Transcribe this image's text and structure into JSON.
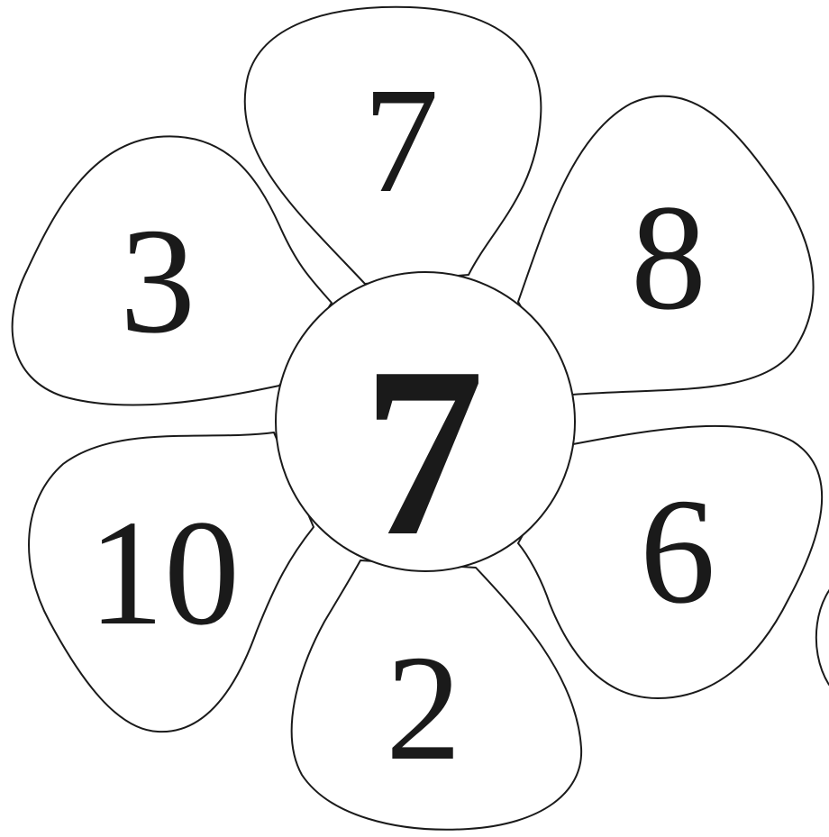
{
  "flower": {
    "center_number": "7",
    "petals": [
      {
        "id": "top",
        "number": "7"
      },
      {
        "id": "upper-right",
        "number": "8"
      },
      {
        "id": "lower-right",
        "number": "6"
      },
      {
        "id": "bottom",
        "number": "2"
      },
      {
        "id": "lower-left",
        "number": "10"
      },
      {
        "id": "upper-left",
        "number": "3"
      }
    ]
  }
}
